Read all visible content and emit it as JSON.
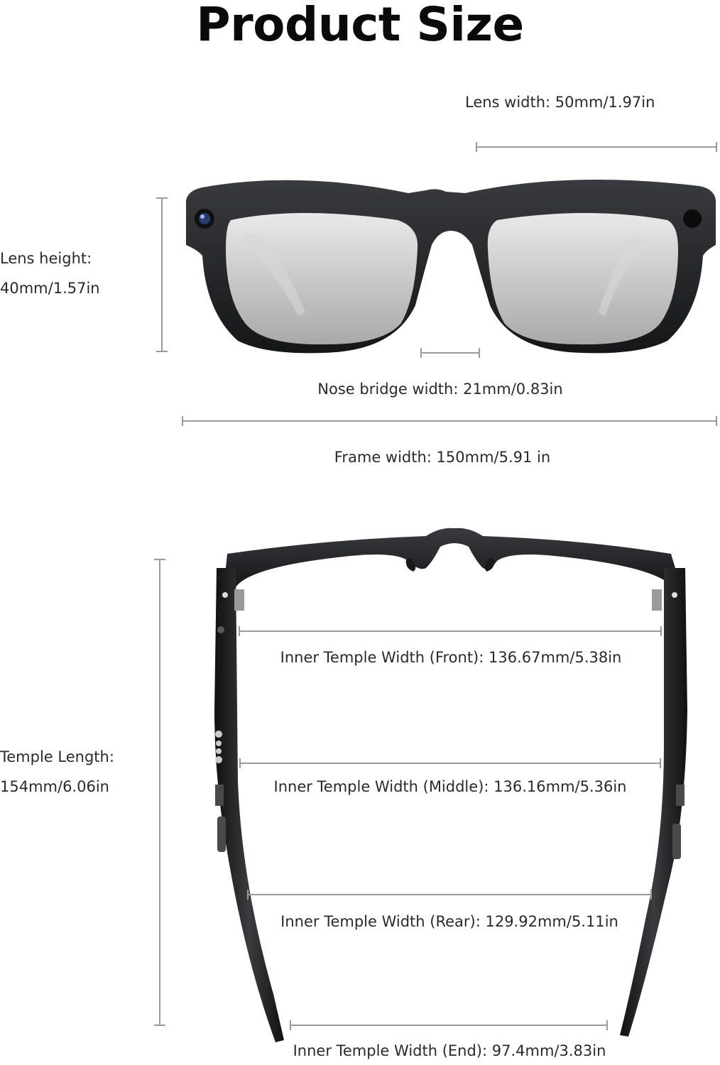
{
  "title": "Product Size",
  "front_view": {
    "lens_width": "Lens width: 50mm/1.97in",
    "lens_height_line1": "Lens height:",
    "lens_height_line2": "40mm/1.57in",
    "nose_bridge_width": "Nose bridge width: 21mm/0.83in",
    "frame_width": "Frame width: 150mm/5.91 in"
  },
  "top_view": {
    "temple_length_line1": "Temple Length:",
    "temple_length_line2": "154mm/6.06in",
    "inner_front": "Inner Temple Width (Front): 136.67mm/5.38in",
    "inner_middle": "Inner Temple Width (Middle): 136.16mm/5.36in",
    "inner_rear": "Inner Temple Width (Rear): 129.92mm/5.11in",
    "inner_end": "Inner Temple Width (End): 97.4mm/3.83in"
  },
  "colors": {
    "frame": "#1e1f21",
    "lens": "#c9c9c9",
    "dimension_line": "#9a9a9a",
    "text": "#2a2a2a"
  }
}
